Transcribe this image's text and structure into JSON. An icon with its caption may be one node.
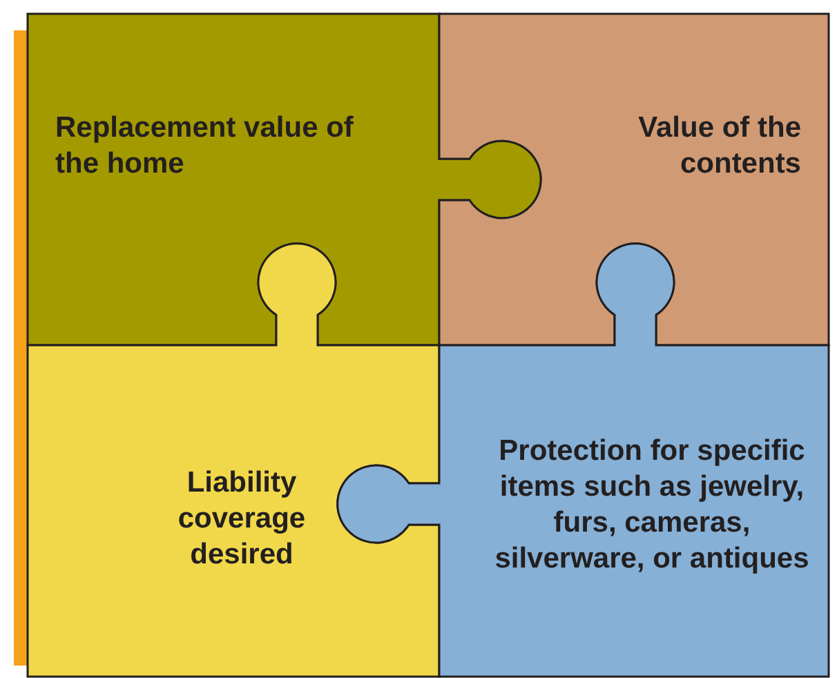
{
  "diagram": {
    "nodes": [
      {
        "text": [
          "Replacement value of the home"
        ]
      },
      {
        "text": [
          "Value of the contents"
        ]
      },
      {
        "text": [
          "Liability coverage desired"
        ]
      },
      {
        "text": [
          "Protection for specific items such as jewelry, furs, cameras, silverware, or antiques"
        ]
      }
    ],
    "edges": []
  }
}
